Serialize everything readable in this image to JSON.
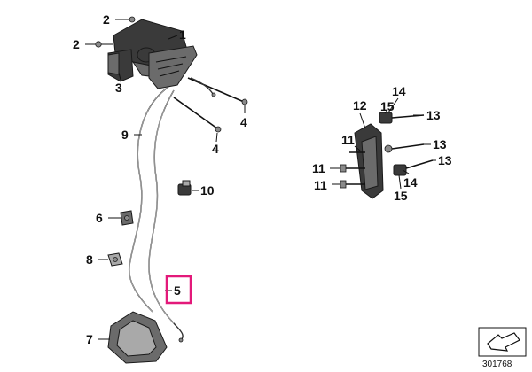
{
  "diagram": {
    "callouts": [
      {
        "id": "c2a",
        "label": "2"
      },
      {
        "id": "c1",
        "label": "1"
      },
      {
        "id": "c2b",
        "label": "2"
      },
      {
        "id": "c3",
        "label": "3"
      },
      {
        "id": "c4a",
        "label": "4"
      },
      {
        "id": "c9",
        "label": "9"
      },
      {
        "id": "c4b",
        "label": "4"
      },
      {
        "id": "c10",
        "label": "10"
      },
      {
        "id": "c6",
        "label": "6"
      },
      {
        "id": "c8",
        "label": "8"
      },
      {
        "id": "c5",
        "label": "5"
      },
      {
        "id": "c7",
        "label": "7"
      },
      {
        "id": "c12",
        "label": "12"
      },
      {
        "id": "c14a",
        "label": "14"
      },
      {
        "id": "c15a",
        "label": "15"
      },
      {
        "id": "c13a",
        "label": "13"
      },
      {
        "id": "c11a",
        "label": "11"
      },
      {
        "id": "c13b",
        "label": "13"
      },
      {
        "id": "c13c",
        "label": "13"
      },
      {
        "id": "c11b",
        "label": "11"
      },
      {
        "id": "c14b",
        "label": "14"
      },
      {
        "id": "c11c",
        "label": "11"
      },
      {
        "id": "c15b",
        "label": "15"
      }
    ],
    "highlighted": "5",
    "reference_number": "301768",
    "colors": {
      "highlight": "#e3197a",
      "ink": "#111111"
    }
  }
}
